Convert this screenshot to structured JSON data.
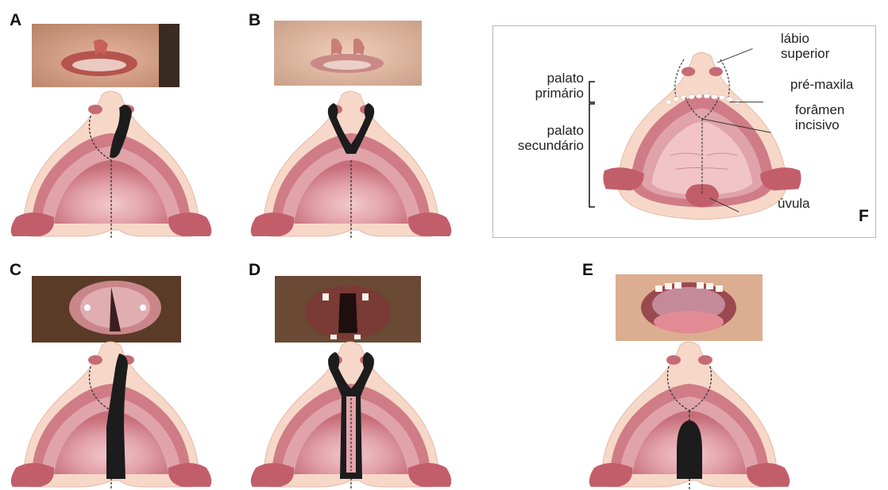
{
  "panels": [
    {
      "letter": "A",
      "description_key": "unilateral-lip"
    },
    {
      "letter": "B",
      "description_key": "bilateral-lip"
    },
    {
      "letter": "C",
      "description_key": "unilateral-complete"
    },
    {
      "letter": "D",
      "description_key": "bilateral-complete"
    },
    {
      "letter": "E",
      "description_key": "isolated-palate"
    },
    {
      "letter": "F",
      "description_key": "reference"
    }
  ],
  "reference_labels": {
    "palato_primario": "palato\nprimário",
    "palato_secundario": "palato\nsecundário",
    "labio_superior": "lábio\nsuperior",
    "pre_maxila": "pré-maxila",
    "foramen_incisivo": "forâmen\nincisivo",
    "uvula": "úvula"
  },
  "colors": {
    "skin": "#f6d3c1",
    "skin_edge": "#e7b2a1",
    "palate_outer": "#c96b76",
    "palate_mid": "#d98a93",
    "palate_inner": "#e8aab0",
    "palate_center": "#f1c5c8",
    "cleft": "#1c1c1c",
    "tooth": "#ffffff"
  }
}
